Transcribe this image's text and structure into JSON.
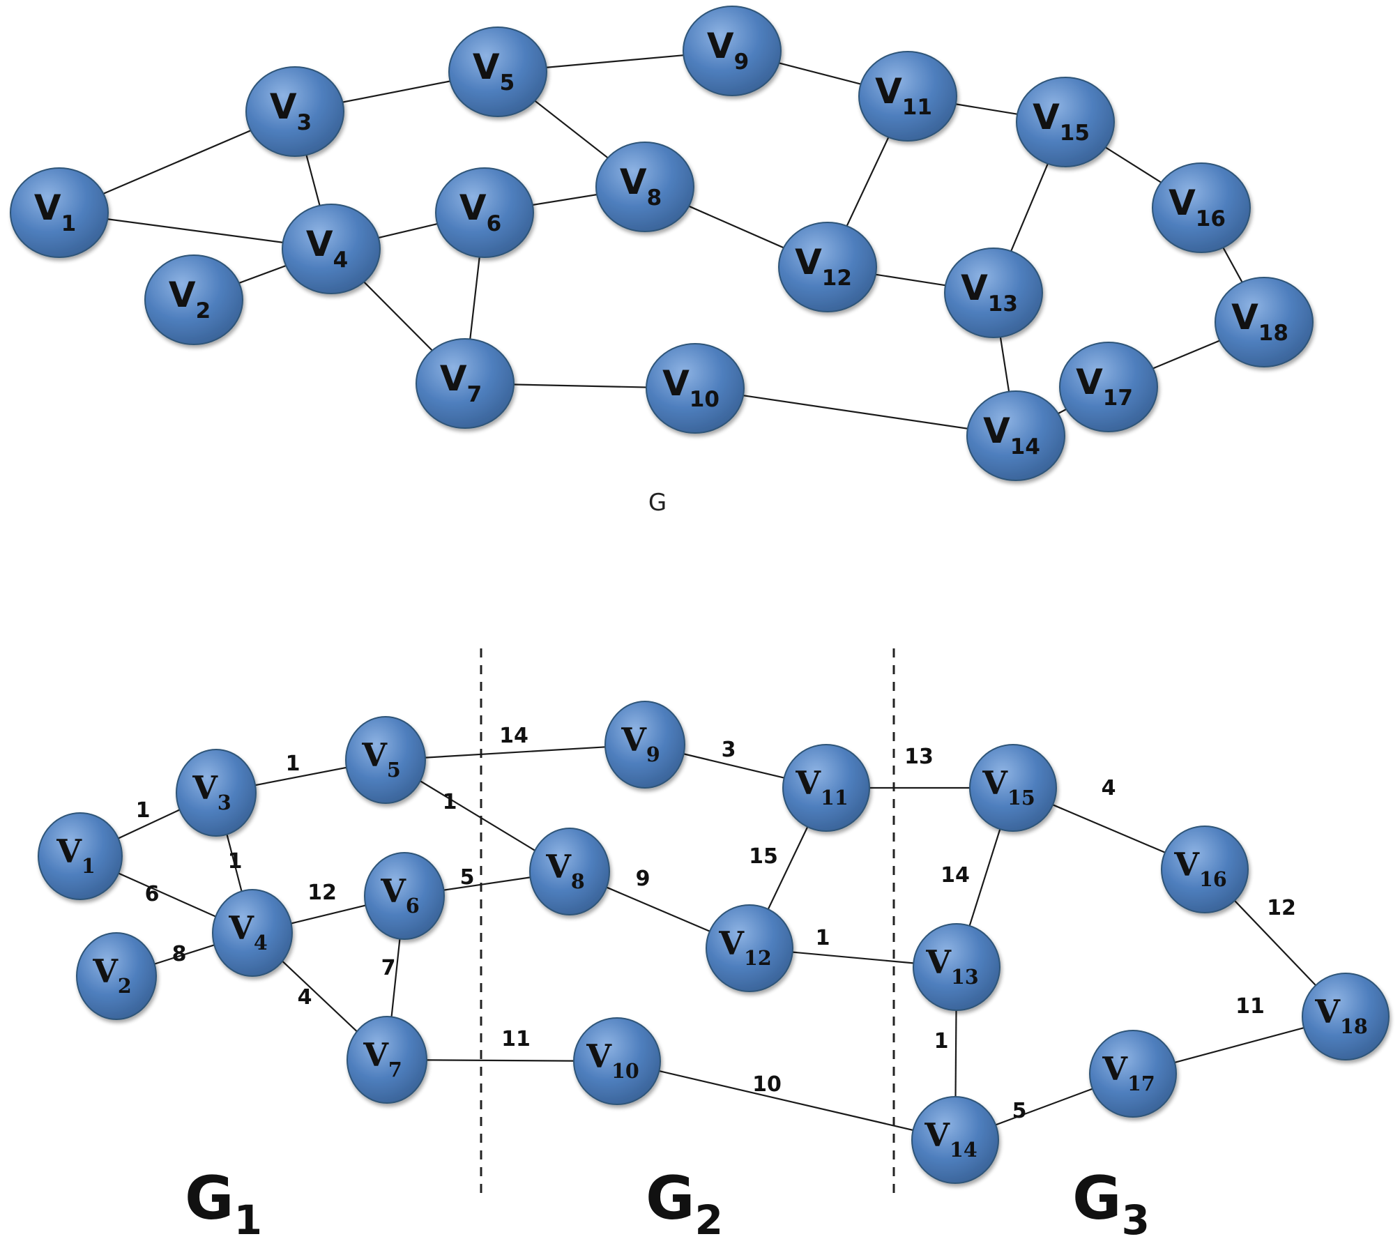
{
  "colors": {
    "node_fill": "#4f7fbe",
    "node_highlight": "#8eb3e3",
    "node_shadow": "#3a6398",
    "edge": "#1a1a1a",
    "background": "#ffffff"
  },
  "top_graph": {
    "caption": "G",
    "nodes": [
      {
        "id": "v1",
        "letter": "V",
        "sub": "1"
      },
      {
        "id": "v2",
        "letter": "V",
        "sub": "2"
      },
      {
        "id": "v3",
        "letter": "V",
        "sub": "3"
      },
      {
        "id": "v4",
        "letter": "V",
        "sub": "4"
      },
      {
        "id": "v5",
        "letter": "V",
        "sub": "5"
      },
      {
        "id": "v6",
        "letter": "V",
        "sub": "6"
      },
      {
        "id": "v7",
        "letter": "V",
        "sub": "7"
      },
      {
        "id": "v8",
        "letter": "V",
        "sub": "8"
      },
      {
        "id": "v9",
        "letter": "V",
        "sub": "9"
      },
      {
        "id": "v10",
        "letter": "V",
        "sub": "10"
      },
      {
        "id": "v11",
        "letter": "V",
        "sub": "11"
      },
      {
        "id": "v12",
        "letter": "V",
        "sub": "12"
      },
      {
        "id": "v13",
        "letter": "V",
        "sub": "13"
      },
      {
        "id": "v14",
        "letter": "V",
        "sub": "14"
      },
      {
        "id": "v15",
        "letter": "V",
        "sub": "15"
      },
      {
        "id": "v16",
        "letter": "V",
        "sub": "16"
      },
      {
        "id": "v17",
        "letter": "V",
        "sub": "17"
      },
      {
        "id": "v18",
        "letter": "V",
        "sub": "18"
      }
    ],
    "edges": [
      [
        "v1",
        "v3"
      ],
      [
        "v1",
        "v4"
      ],
      [
        "v3",
        "v4"
      ],
      [
        "v3",
        "v5"
      ],
      [
        "v2",
        "v4"
      ],
      [
        "v4",
        "v6"
      ],
      [
        "v4",
        "v7"
      ],
      [
        "v6",
        "v7"
      ],
      [
        "v6",
        "v8"
      ],
      [
        "v5",
        "v8"
      ],
      [
        "v5",
        "v9"
      ],
      [
        "v9",
        "v11"
      ],
      [
        "v8",
        "v12"
      ],
      [
        "v11",
        "v12"
      ],
      [
        "v11",
        "v15"
      ],
      [
        "v12",
        "v13"
      ],
      [
        "v15",
        "v13"
      ],
      [
        "v15",
        "v16"
      ],
      [
        "v16",
        "v18"
      ],
      [
        "v13",
        "v14"
      ],
      [
        "v7",
        "v10"
      ],
      [
        "v10",
        "v14"
      ],
      [
        "v14",
        "v17"
      ],
      [
        "v17",
        "v18"
      ]
    ]
  },
  "bottom_graph": {
    "groups": [
      {
        "letter": "G",
        "sub": "1"
      },
      {
        "letter": "G",
        "sub": "2"
      },
      {
        "letter": "G",
        "sub": "3"
      }
    ],
    "nodes": [
      {
        "id": "v1",
        "letter": "V",
        "sub": "1"
      },
      {
        "id": "v2",
        "letter": "V",
        "sub": "2"
      },
      {
        "id": "v3",
        "letter": "V",
        "sub": "3"
      },
      {
        "id": "v4",
        "letter": "V",
        "sub": "4"
      },
      {
        "id": "v5",
        "letter": "V",
        "sub": "5"
      },
      {
        "id": "v6",
        "letter": "V",
        "sub": "6"
      },
      {
        "id": "v7",
        "letter": "V",
        "sub": "7"
      },
      {
        "id": "v8",
        "letter": "V",
        "sub": "8"
      },
      {
        "id": "v9",
        "letter": "V",
        "sub": "9"
      },
      {
        "id": "v10",
        "letter": "V",
        "sub": "10"
      },
      {
        "id": "v11",
        "letter": "V",
        "sub": "11"
      },
      {
        "id": "v12",
        "letter": "V",
        "sub": "12"
      },
      {
        "id": "v13",
        "letter": "V",
        "sub": "13"
      },
      {
        "id": "v14",
        "letter": "V",
        "sub": "14"
      },
      {
        "id": "v15",
        "letter": "V",
        "sub": "15"
      },
      {
        "id": "v16",
        "letter": "V",
        "sub": "16"
      },
      {
        "id": "v17",
        "letter": "V",
        "sub": "17"
      },
      {
        "id": "v18",
        "letter": "V",
        "sub": "18"
      }
    ],
    "edges": [
      {
        "from": "v1",
        "to": "v3",
        "weight": "1"
      },
      {
        "from": "v1",
        "to": "v4",
        "weight": "6"
      },
      {
        "from": "v3",
        "to": "v5",
        "weight": "1"
      },
      {
        "from": "v3",
        "to": "v4",
        "weight": "1"
      },
      {
        "from": "v2",
        "to": "v4",
        "weight": "8"
      },
      {
        "from": "v4",
        "to": "v6",
        "weight": "12"
      },
      {
        "from": "v4",
        "to": "v7",
        "weight": "4"
      },
      {
        "from": "v6",
        "to": "v7",
        "weight": "7"
      },
      {
        "from": "v5",
        "to": "v9",
        "weight": "14"
      },
      {
        "from": "v5",
        "to": "v8",
        "weight": "1"
      },
      {
        "from": "v6",
        "to": "v8",
        "weight": "5"
      },
      {
        "from": "v9",
        "to": "v11",
        "weight": "3"
      },
      {
        "from": "v8",
        "to": "v12",
        "weight": "9"
      },
      {
        "from": "v11",
        "to": "v12",
        "weight": "15"
      },
      {
        "from": "v12",
        "to": "v13",
        "weight": "1"
      },
      {
        "from": "v7",
        "to": "v10",
        "weight": "11"
      },
      {
        "from": "v10",
        "to": "v14",
        "weight": "10"
      },
      {
        "from": "v11",
        "to": "v15",
        "weight": "13"
      },
      {
        "from": "v15",
        "to": "v16",
        "weight": "4"
      },
      {
        "from": "v15",
        "to": "v13",
        "weight": "14"
      },
      {
        "from": "v16",
        "to": "v18",
        "weight": "12"
      },
      {
        "from": "v13",
        "to": "v14",
        "weight": "1"
      },
      {
        "from": "v14",
        "to": "v17",
        "weight": "5"
      },
      {
        "from": "v17",
        "to": "v18",
        "weight": "11"
      }
    ]
  }
}
